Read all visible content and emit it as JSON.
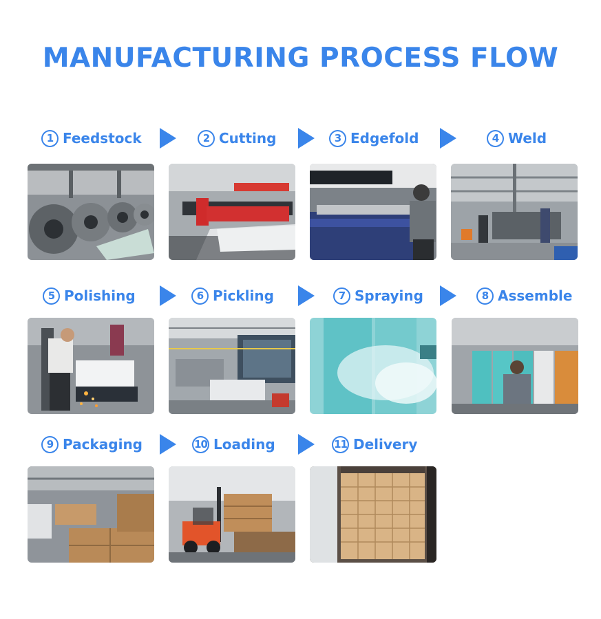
{
  "title": "MANUFACTURING PROCESS FLOW",
  "steps": [
    {
      "num": "1",
      "label": "Feedstock"
    },
    {
      "num": "2",
      "label": "Cutting"
    },
    {
      "num": "3",
      "label": "Edgefold"
    },
    {
      "num": "4",
      "label": "Weld"
    },
    {
      "num": "5",
      "label": "Polishing"
    },
    {
      "num": "6",
      "label": "Pickling"
    },
    {
      "num": "7",
      "label": "Spraying"
    },
    {
      "num": "8",
      "label": "Assemble"
    },
    {
      "num": "9",
      "label": "Packaging"
    },
    {
      "num": "10",
      "label": "Loading"
    },
    {
      "num": "11",
      "label": "Delivery"
    }
  ],
  "colors": {
    "accent": "#3a85ea"
  },
  "icons": {
    "arrow": "right-triangle-arrow"
  }
}
